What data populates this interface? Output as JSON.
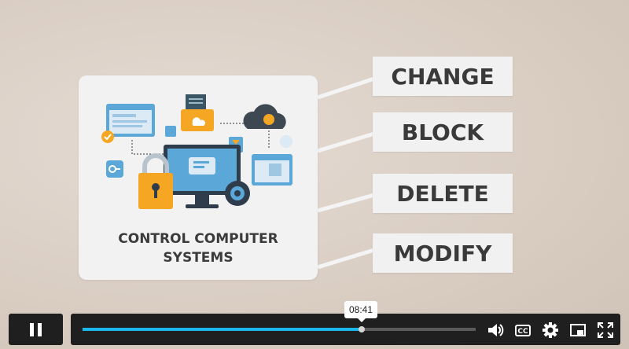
{
  "card": {
    "title_line1": "CONTROL COMPUTER",
    "title_line2": "SYSTEMS"
  },
  "labels": [
    "CHANGE",
    "BLOCK",
    "DELETE",
    "MODIFY"
  ],
  "player": {
    "state": "playing",
    "current_time": "08:41",
    "progress_fraction": 0.71,
    "progress_color": "#1ab7ea",
    "controls": [
      "pause-icon",
      "volume-icon",
      "captions-icon",
      "settings-icon",
      "picture-in-picture-icon",
      "fullscreen-icon"
    ],
    "cc_text": "CC"
  },
  "colors": {
    "orange": "#f5a623",
    "slate": "#2f3c4c",
    "screen_blue": "#5aa7d8"
  }
}
